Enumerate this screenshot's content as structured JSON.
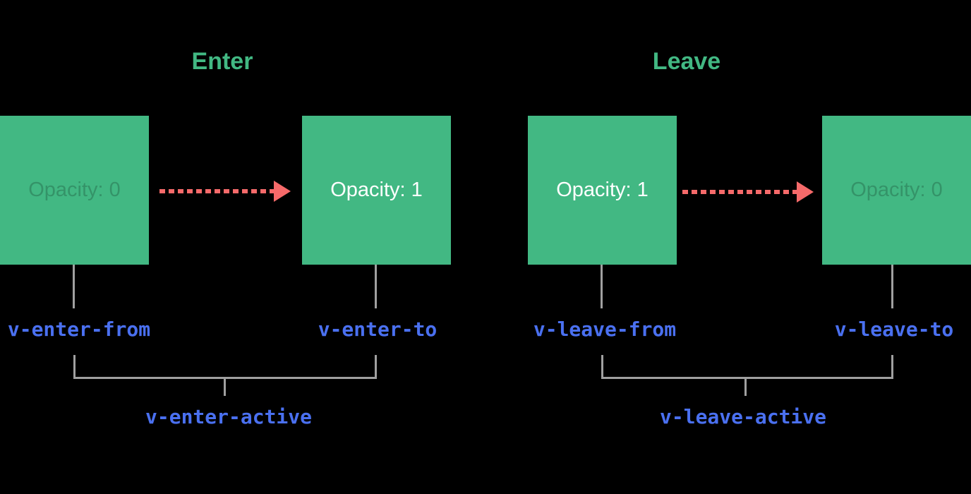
{
  "colors": {
    "background": "#000000",
    "box_green": "#42b883",
    "title_green": "#42b883",
    "label_blue": "#4a70f0",
    "arrow_red": "#f66a6a",
    "line_gray": "#a0a0a0",
    "box_text_white": "#ffffff"
  },
  "sections": [
    {
      "title": "Enter",
      "from_box_label": "Opacity: 0",
      "to_box_label": "Opacity: 1",
      "from_class": "v-enter-from",
      "to_class": "v-enter-to",
      "active_class": "v-enter-active"
    },
    {
      "title": "Leave",
      "from_box_label": "Opacity: 1",
      "to_box_label": "Opacity: 0",
      "from_class": "v-leave-from",
      "to_class": "v-leave-to",
      "active_class": "v-leave-active"
    }
  ]
}
